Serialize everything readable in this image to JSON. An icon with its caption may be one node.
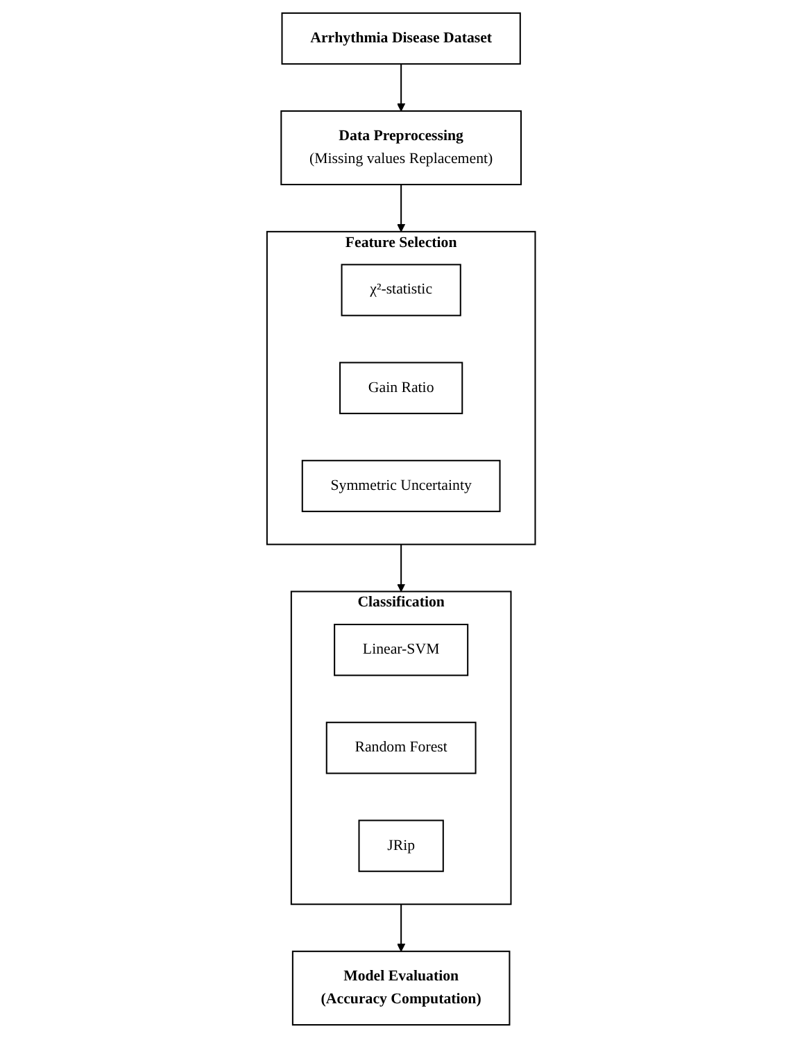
{
  "diagram": {
    "nodes": [
      {
        "text": [
          "Arrhythmia Disease Dataset"
        ]
      },
      {
        "text": [
          "Data Preprocessing",
          "(Missing values Replacement)"
        ]
      },
      {
        "text": [
          "Feature Selection"
        ]
      },
      {
        "text": [
          "χ²-statistic"
        ],
        "in": 2
      },
      {
        "text": [
          "Gain Ratio"
        ],
        "in": 2
      },
      {
        "text": [
          "Symmetric Uncertainty"
        ],
        "in": 2
      },
      {
        "text": [
          "Classification"
        ]
      },
      {
        "text": [
          "Linear-SVM"
        ],
        "in": 6
      },
      {
        "text": [
          "Random Forest"
        ],
        "in": 6
      },
      {
        "text": [
          "JRip"
        ],
        "in": 6
      },
      {
        "text": [
          "Model Evaluation",
          "(Accuracy Computation)"
        ]
      }
    ],
    "edges": [
      {
        "from": 0,
        "to": 1,
        "arrow": "to"
      },
      {
        "from": 1,
        "to": 2,
        "arrow": "to"
      },
      {
        "from": 2,
        "to": 6,
        "arrow": "to"
      },
      {
        "from": 6,
        "to": 10,
        "arrow": "to"
      }
    ]
  }
}
